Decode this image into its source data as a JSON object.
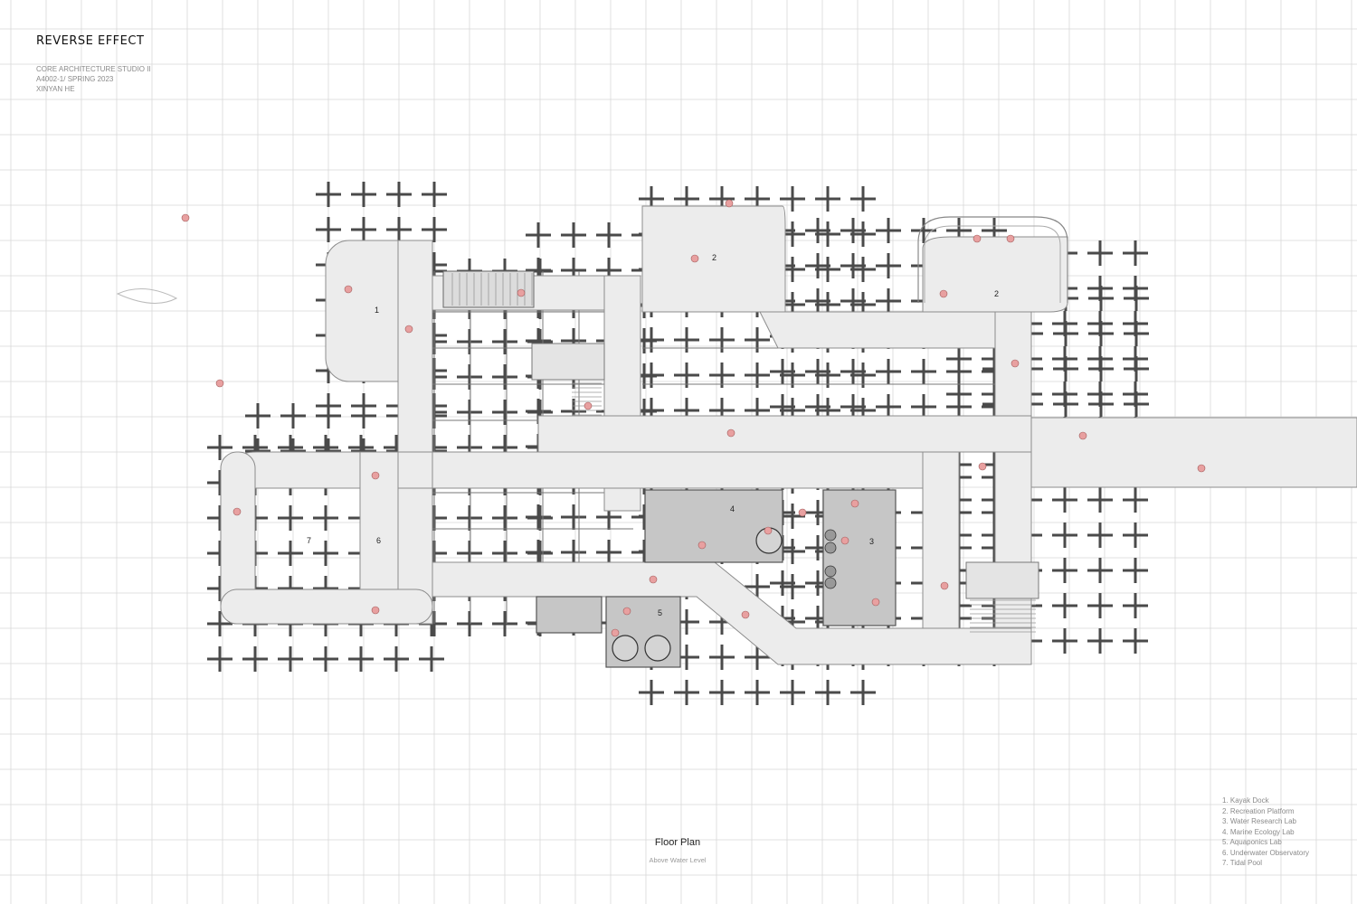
{
  "header": {
    "title": "REVERSE EFFECT",
    "lines": [
      "CORE ARCHITECTURE STUDIO II",
      "A4002-1/ SPRING 2023",
      "XINYAN HE"
    ]
  },
  "caption": {
    "title": "Floor Plan",
    "subtitle": "Above Water Level"
  },
  "legend": {
    "items": [
      "1.  Kayak Dock",
      "2.  Recreation Platform",
      "3.  Water Research Lab",
      "4.  Marine Ecology Lab",
      "5.  Aquaponics Lab",
      "6.  Underwater Observatory",
      "7.  Tidal Pool"
    ]
  },
  "plan": {
    "labels": [
      "1",
      "2",
      "2",
      "3",
      "4",
      "5",
      "6",
      "7"
    ]
  },
  "colors": {
    "grid": "#d8d8d8",
    "platform": "#ececec",
    "lab": "#c6c6c6",
    "structure": "#4a4a4a",
    "figure": "#e8a0a0"
  }
}
